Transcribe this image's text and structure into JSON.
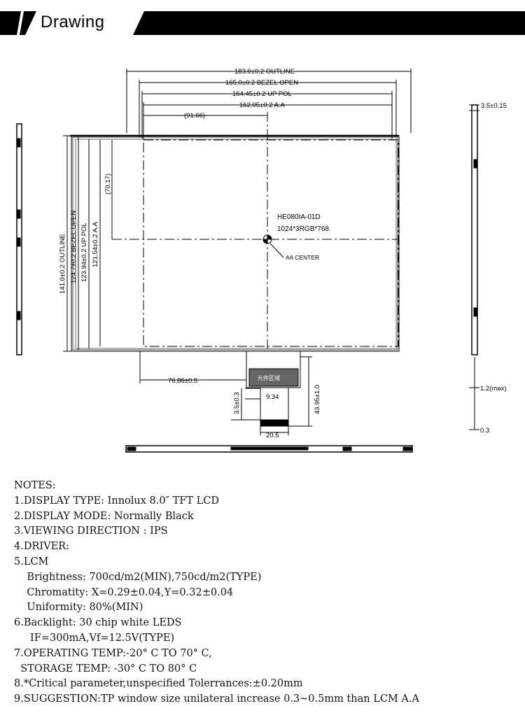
{
  "header": {
    "title": "Drawing"
  },
  "drawing": {
    "dims": {
      "outline_w": "183.0±0.2 OUTLINE",
      "bezel_w": "165.0±0.2 BEZEL OPEN",
      "pol_w": "164.45±0.2 UP POL",
      "aa_w": "162.05±0.2 A.A",
      "center_x": "(91.66)",
      "outline_h": "141.0±0.2 OUTLINE",
      "bezel_h": "124.7±0.2 BEZEL OPEN",
      "pol_h": "123.94±0.2 UP POL",
      "aa_h": "121.54±0.2 A.A",
      "center_y": "(70.17)",
      "fpc_x": "76.86±0.5",
      "fpc_stub": "3.5±0.3",
      "fpc_w1": "9.34",
      "fpc_len": "43.95±1.0",
      "fpc_w2": "20.5",
      "thickness": "3.5±0.15",
      "side_max": "1.2(max)",
      "side_min": "0.3"
    },
    "model": "HE080IA-01D",
    "resolution": "1024*3RGB*768",
    "aa_center": "AA CENTER",
    "fpc_label": "元件区域"
  },
  "notes": {
    "title": "NOTES:",
    "lines": [
      "1.DISPLAY TYPE: Innolux 8.0″ TFT LCD",
      "2.DISPLAY MODE: Normally Black",
      "3.VIEWING DIRECTION : IPS",
      "4.DRIVER:",
      "5.LCM",
      "    Brightness: 700cd/m2(MIN),750cd/m2(TYPE)",
      "    Chromatity: X=0.29±0.04,Y=0.32±0.04",
      "    Uniformity: 80%(MIN)",
      "6.Backlight: 30 chip white LEDS",
      "     IF=300mA,Vf=12.5V(TYPE)",
      "7.OPERATING TEMP:-20° C TO 70° C,",
      "  STORAGE TEMP: -30° C TO 80° C",
      "8.*Critical parameter,unspecified Tolerrances:±0.20mm",
      "9.SUGGESTION:TP window size unilateral increase 0.3~0.5mm than LCM A.A"
    ]
  }
}
